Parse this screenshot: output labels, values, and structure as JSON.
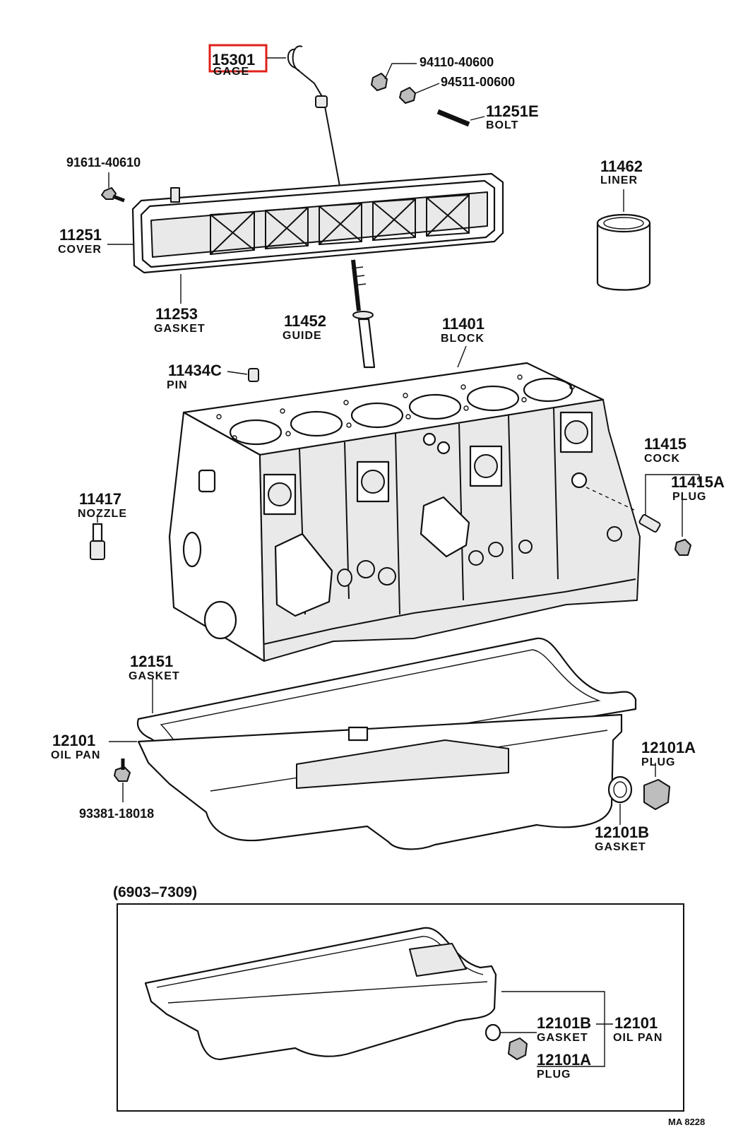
{
  "highlight_color": "#e0201b",
  "labels": {
    "dipstick": {
      "number": "15301",
      "name": "GAGE"
    },
    "nut_a": {
      "number": "94110-40600"
    },
    "nut_b": {
      "number": "94511-00600"
    },
    "stud_bolt": {
      "number": "11251E",
      "name": "BOLT"
    },
    "cover_bolt": {
      "number": "91611-40610"
    },
    "liner": {
      "number": "11462",
      "name": "LINER"
    },
    "cover": {
      "number": "11251",
      "name": "COVER"
    },
    "cover_gasket": {
      "number": "11253",
      "name": "GASKET"
    },
    "guide": {
      "number": "11452",
      "name": "GUIDE"
    },
    "block": {
      "number": "11401",
      "name": "BLOCK"
    },
    "pin": {
      "number": "11434C",
      "name": "PIN"
    },
    "cock": {
      "number": "11415",
      "name": "COCK"
    },
    "plug_cock": {
      "number": "11415A",
      "name": "PLUG"
    },
    "nozzle": {
      "number": "11417",
      "name": "NOZZLE"
    },
    "pan_gasket": {
      "number": "12151",
      "name": "GASKET"
    },
    "oil_pan": {
      "number": "12101",
      "name": "OIL PAN"
    },
    "drain_plug": {
      "number": "12101A",
      "name": "PLUG"
    },
    "pan_bolt": {
      "number": "93381-18018"
    },
    "drain_gasket": {
      "number": "12101B",
      "name": "GASKET"
    }
  },
  "inset": {
    "date_range": "(6903–7309)",
    "gasket": {
      "number": "12101B",
      "name": "GASKET"
    },
    "oil_pan": {
      "number": "12101",
      "name": "OIL PAN"
    },
    "plug": {
      "number": "12101A",
      "name": "PLUG"
    }
  },
  "drawing_code": "MA 8228"
}
